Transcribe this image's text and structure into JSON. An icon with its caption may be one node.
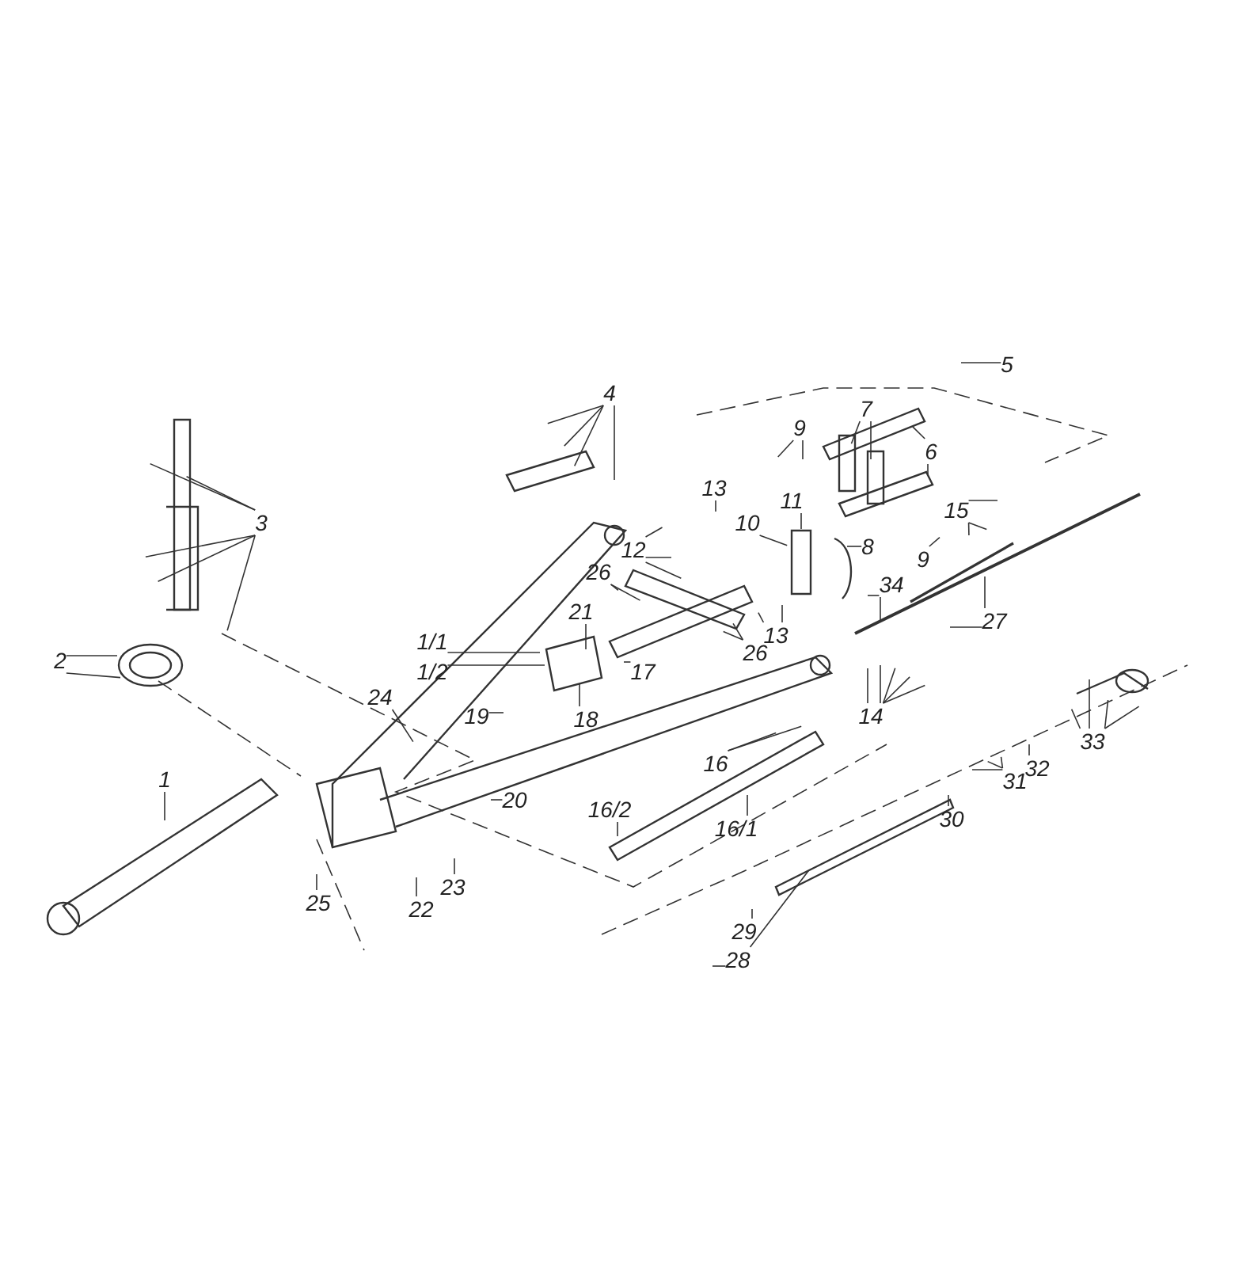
{
  "diagram": {
    "nodes": [
      {
        "text": [
          "5"
        ]
      },
      {
        "text": [
          "4"
        ]
      },
      {
        "text": [
          "7"
        ]
      },
      {
        "text": [
          "9"
        ]
      },
      {
        "text": [
          "6"
        ]
      },
      {
        "text": [
          "13"
        ]
      },
      {
        "text": [
          "11"
        ]
      },
      {
        "text": [
          "15"
        ]
      },
      {
        "text": [
          "3"
        ]
      },
      {
        "text": [
          "10"
        ]
      },
      {
        "text": [
          "12"
        ]
      },
      {
        "text": [
          "8"
        ]
      },
      {
        "text": [
          "9"
        ]
      },
      {
        "text": [
          "26"
        ]
      },
      {
        "text": [
          "34"
        ]
      },
      {
        "text": [
          "27"
        ]
      },
      {
        "text": [
          "21"
        ]
      },
      {
        "text": [
          "13"
        ]
      },
      {
        "text": [
          "1/1"
        ]
      },
      {
        "text": [
          "26"
        ]
      },
      {
        "text": [
          "2"
        ]
      },
      {
        "text": [
          "17"
        ]
      },
      {
        "text": [
          "1/2"
        ]
      },
      {
        "text": [
          "18"
        ]
      },
      {
        "text": [
          "24"
        ]
      },
      {
        "text": [
          "19"
        ]
      },
      {
        "text": [
          "14"
        ]
      },
      {
        "text": [
          "33"
        ]
      },
      {
        "text": [
          "16"
        ]
      },
      {
        "text": [
          "32"
        ]
      },
      {
        "text": [
          "1"
        ]
      },
      {
        "text": [
          "31"
        ]
      },
      {
        "text": [
          "20"
        ]
      },
      {
        "text": [
          "16/1"
        ]
      },
      {
        "text": [
          "16/2"
        ]
      },
      {
        "text": [
          "30"
        ]
      },
      {
        "text": [
          "23"
        ]
      },
      {
        "text": [
          "25"
        ]
      },
      {
        "text": [
          "22"
        ]
      },
      {
        "text": [
          "29"
        ]
      },
      {
        "text": [
          "28"
        ]
      }
    ],
    "edges": [
      {
        "from": 0,
        "to": null,
        "arrow": "none"
      },
      {
        "from": 1,
        "to": null,
        "arrow": "none"
      },
      {
        "from": 1,
        "to": null,
        "arrow": "none"
      },
      {
        "from": 1,
        "to": null,
        "arrow": "none"
      },
      {
        "from": 1,
        "to": null,
        "arrow": "none"
      },
      {
        "from": 2,
        "to": null,
        "arrow": "none"
      },
      {
        "from": 2,
        "to": null,
        "arrow": "none"
      },
      {
        "from": 3,
        "to": null,
        "arrow": "none"
      },
      {
        "from": 3,
        "to": null,
        "arrow": "none"
      },
      {
        "from": 4,
        "to": null,
        "arrow": "none"
      },
      {
        "from": 4,
        "to": null,
        "arrow": "none"
      },
      {
        "from": 5,
        "to": null,
        "arrow": "none"
      },
      {
        "from": 6,
        "to": null,
        "arrow": "none"
      },
      {
        "from": 7,
        "to": null,
        "arrow": "none"
      },
      {
        "from": 7,
        "to": null,
        "arrow": "none"
      },
      {
        "from": 7,
        "to": null,
        "arrow": "none"
      },
      {
        "from": 8,
        "to": null,
        "arrow": "none"
      },
      {
        "from": 8,
        "to": null,
        "arrow": "none"
      },
      {
        "from": 8,
        "to": null,
        "arrow": "none"
      },
      {
        "from": 8,
        "to": null,
        "arrow": "none"
      },
      {
        "from": 8,
        "to": null,
        "arrow": "none"
      },
      {
        "from": 9,
        "to": null,
        "arrow": "none"
      },
      {
        "from": 10,
        "to": null,
        "arrow": "none"
      },
      {
        "from": 10,
        "to": null,
        "arrow": "none"
      },
      {
        "from": 10,
        "to": null,
        "arrow": "none"
      },
      {
        "from": 11,
        "to": null,
        "arrow": "none"
      },
      {
        "from": 12,
        "to": null,
        "arrow": "none"
      },
      {
        "from": 13,
        "to": null,
        "arrow": "none"
      },
      {
        "from": 13,
        "to": null,
        "arrow": "none"
      },
      {
        "from": 14,
        "to": null,
        "arrow": "none"
      },
      {
        "from": 14,
        "to": null,
        "arrow": "none"
      },
      {
        "from": 15,
        "to": null,
        "arrow": "none"
      },
      {
        "from": 15,
        "to": null,
        "arrow": "none"
      },
      {
        "from": 16,
        "to": null,
        "arrow": "none"
      },
      {
        "from": 17,
        "to": null,
        "arrow": "none"
      },
      {
        "from": 17,
        "to": null,
        "arrow": "none"
      },
      {
        "from": 18,
        "to": null,
        "arrow": "none"
      },
      {
        "from": 19,
        "to": null,
        "arrow": "none"
      },
      {
        "from": 19,
        "to": null,
        "arrow": "none"
      },
      {
        "from": 20,
        "to": null,
        "arrow": "none"
      },
      {
        "from": 20,
        "to": null,
        "arrow": "none"
      },
      {
        "from": 21,
        "to": null,
        "arrow": "none"
      },
      {
        "from": 22,
        "to": null,
        "arrow": "none"
      },
      {
        "from": 23,
        "to": null,
        "arrow": "none"
      },
      {
        "from": 24,
        "to": null,
        "arrow": "none"
      },
      {
        "from": 25,
        "to": null,
        "arrow": "none"
      },
      {
        "from": 26,
        "to": null,
        "arrow": "none"
      },
      {
        "from": 26,
        "to": null,
        "arrow": "none"
      },
      {
        "from": 26,
        "to": null,
        "arrow": "none"
      },
      {
        "from": 26,
        "to": null,
        "arrow": "none"
      },
      {
        "from": 26,
        "to": null,
        "arrow": "none"
      },
      {
        "from": 27,
        "to": null,
        "arrow": "none"
      },
      {
        "from": 27,
        "to": null,
        "arrow": "none"
      },
      {
        "from": 27,
        "to": null,
        "arrow": "none"
      },
      {
        "from": 27,
        "to": null,
        "arrow": "none"
      },
      {
        "from": 28,
        "to": null,
        "arrow": "none"
      },
      {
        "from": 28,
        "to": null,
        "arrow": "none"
      },
      {
        "from": 29,
        "to": null,
        "arrow": "none"
      },
      {
        "from": 30,
        "to": null,
        "arrow": "none"
      },
      {
        "from": 31,
        "to": null,
        "arrow": "none"
      },
      {
        "from": 31,
        "to": null,
        "arrow": "none"
      },
      {
        "from": 31,
        "to": null,
        "arrow": "none"
      },
      {
        "from": 32,
        "to": null,
        "arrow": "none"
      },
      {
        "from": 33,
        "to": null,
        "arrow": "none"
      },
      {
        "from": 34,
        "to": null,
        "arrow": "none"
      },
      {
        "from": 35,
        "to": null,
        "arrow": "none"
      },
      {
        "from": 36,
        "to": null,
        "arrow": "none"
      },
      {
        "from": 37,
        "to": null,
        "arrow": "none"
      },
      {
        "from": 38,
        "to": null,
        "arrow": "none"
      },
      {
        "from": 39,
        "to": null,
        "arrow": "none"
      },
      {
        "from": 40,
        "to": null,
        "arrow": "none"
      },
      {
        "from": 40,
        "to": null,
        "arrow": "none"
      }
    ]
  }
}
